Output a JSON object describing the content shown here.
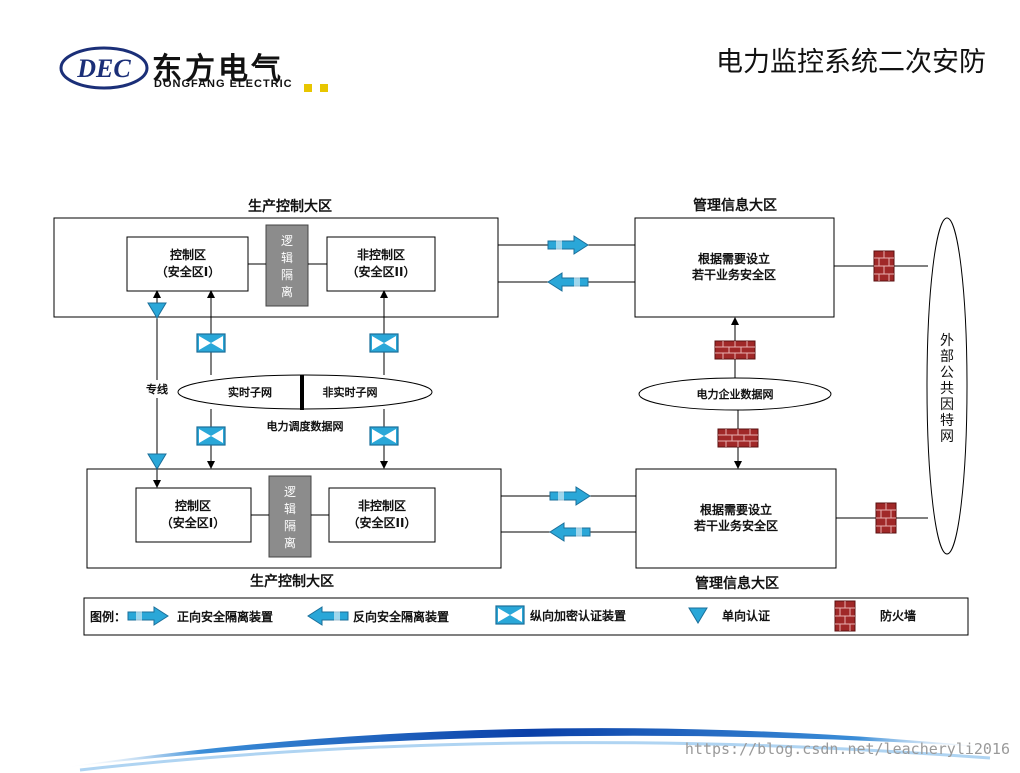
{
  "logo": {
    "mark": "DEC",
    "name_cn": "东方电气",
    "name_en": "DONGFANG ELECTRIC"
  },
  "title": "电力监控系统二次安防",
  "diagram": {
    "prod_top_label": "生产控制大区",
    "prod_bottom_label": "生产控制大区",
    "mgmt_top_label": "管理信息大区",
    "mgmt_bottom_label": "管理信息大区",
    "control_zone": [
      "控制区",
      "（安全区I）"
    ],
    "noncontrol_zone": [
      "非控制区",
      "（安全区II）"
    ],
    "logic_isolation": [
      "逻",
      "辑",
      "隔",
      "离"
    ],
    "mgmt_box": [
      "根据需要设立",
      "若干业务安全区"
    ],
    "realtime_subnet": "实时子网",
    "nonrealtime_subnet": "非实时子网",
    "dispatch_network": "电力调度数据网",
    "dedicated_line": "专线",
    "enterprise_network": "电力企业数据网",
    "internet": [
      "外",
      "部",
      "公",
      "共",
      "因",
      "特",
      "网"
    ]
  },
  "legend": {
    "title": "图例：",
    "forward": "正向安全隔离装置",
    "reverse": "反向安全隔离装置",
    "encryption": "纵向加密认证装置",
    "oneway": "单向认证",
    "firewall": "防火墙"
  },
  "colors": {
    "accent": "#2aa7d8",
    "firewall": "#a02828",
    "gray_box": "#8c8c8c",
    "logo_blue": "#1b2f78"
  },
  "watermark": "https://blog.csdn.net/leacheryli2016"
}
